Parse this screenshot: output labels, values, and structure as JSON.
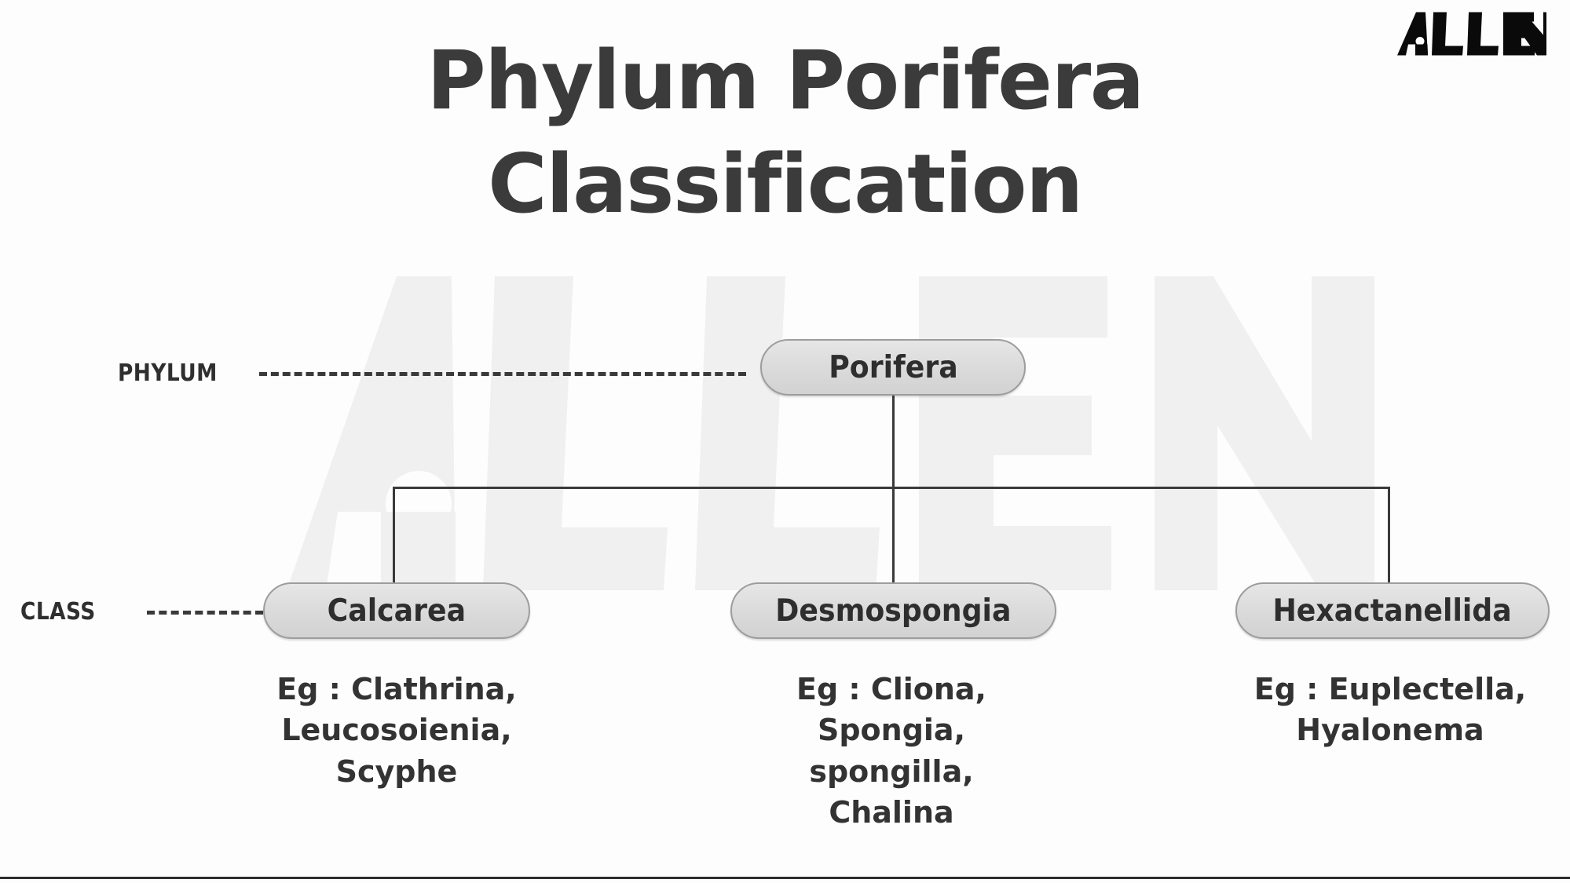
{
  "brand": {
    "name": "ALLEN",
    "logo_color": "#0a0a0a",
    "watermark_color": "#f0f0f0"
  },
  "title": {
    "line1": "Phylum Porifera",
    "line2": "Classification",
    "color": "#3b3b3b"
  },
  "diagram": {
    "type": "taxonomic-hierarchy",
    "node_fill": "#dcdcdc",
    "node_border": "#9d9d9d",
    "connector_color": "#3a3a3a",
    "ranks": [
      {
        "key": "phylum",
        "label": "PHYLUM"
      },
      {
        "key": "class",
        "label": "CLASS"
      }
    ],
    "phylum": {
      "label": "Porifera"
    },
    "classes": [
      {
        "label": "Calcarea",
        "examples_text": "Eg : Clathrina, Leucosoienia, Scyphe",
        "examples_lines": [
          "Eg : Clathrina,",
          "Leucosoienia,",
          "Scyphe"
        ],
        "examples": [
          "Clathrina",
          "Leucosoienia",
          "Scyphe"
        ]
      },
      {
        "label": "Desmospongia",
        "examples_text": "Eg : Cliona, Spongia, spongilla, Chalina",
        "examples_lines": [
          "Eg : Cliona,",
          "Spongia,",
          "spongilla,",
          "Chalina"
        ],
        "examples": [
          "Cliona",
          "Spongia",
          "spongilla",
          "Chalina"
        ]
      },
      {
        "label": "Hexactanellida",
        "examples_text": "Eg : Euplectella, Hyalonema",
        "examples_lines": [
          "Eg : Euplectella,",
          "Hyalonema"
        ],
        "examples": [
          "Euplectella",
          "Hyalonema"
        ]
      }
    ]
  }
}
